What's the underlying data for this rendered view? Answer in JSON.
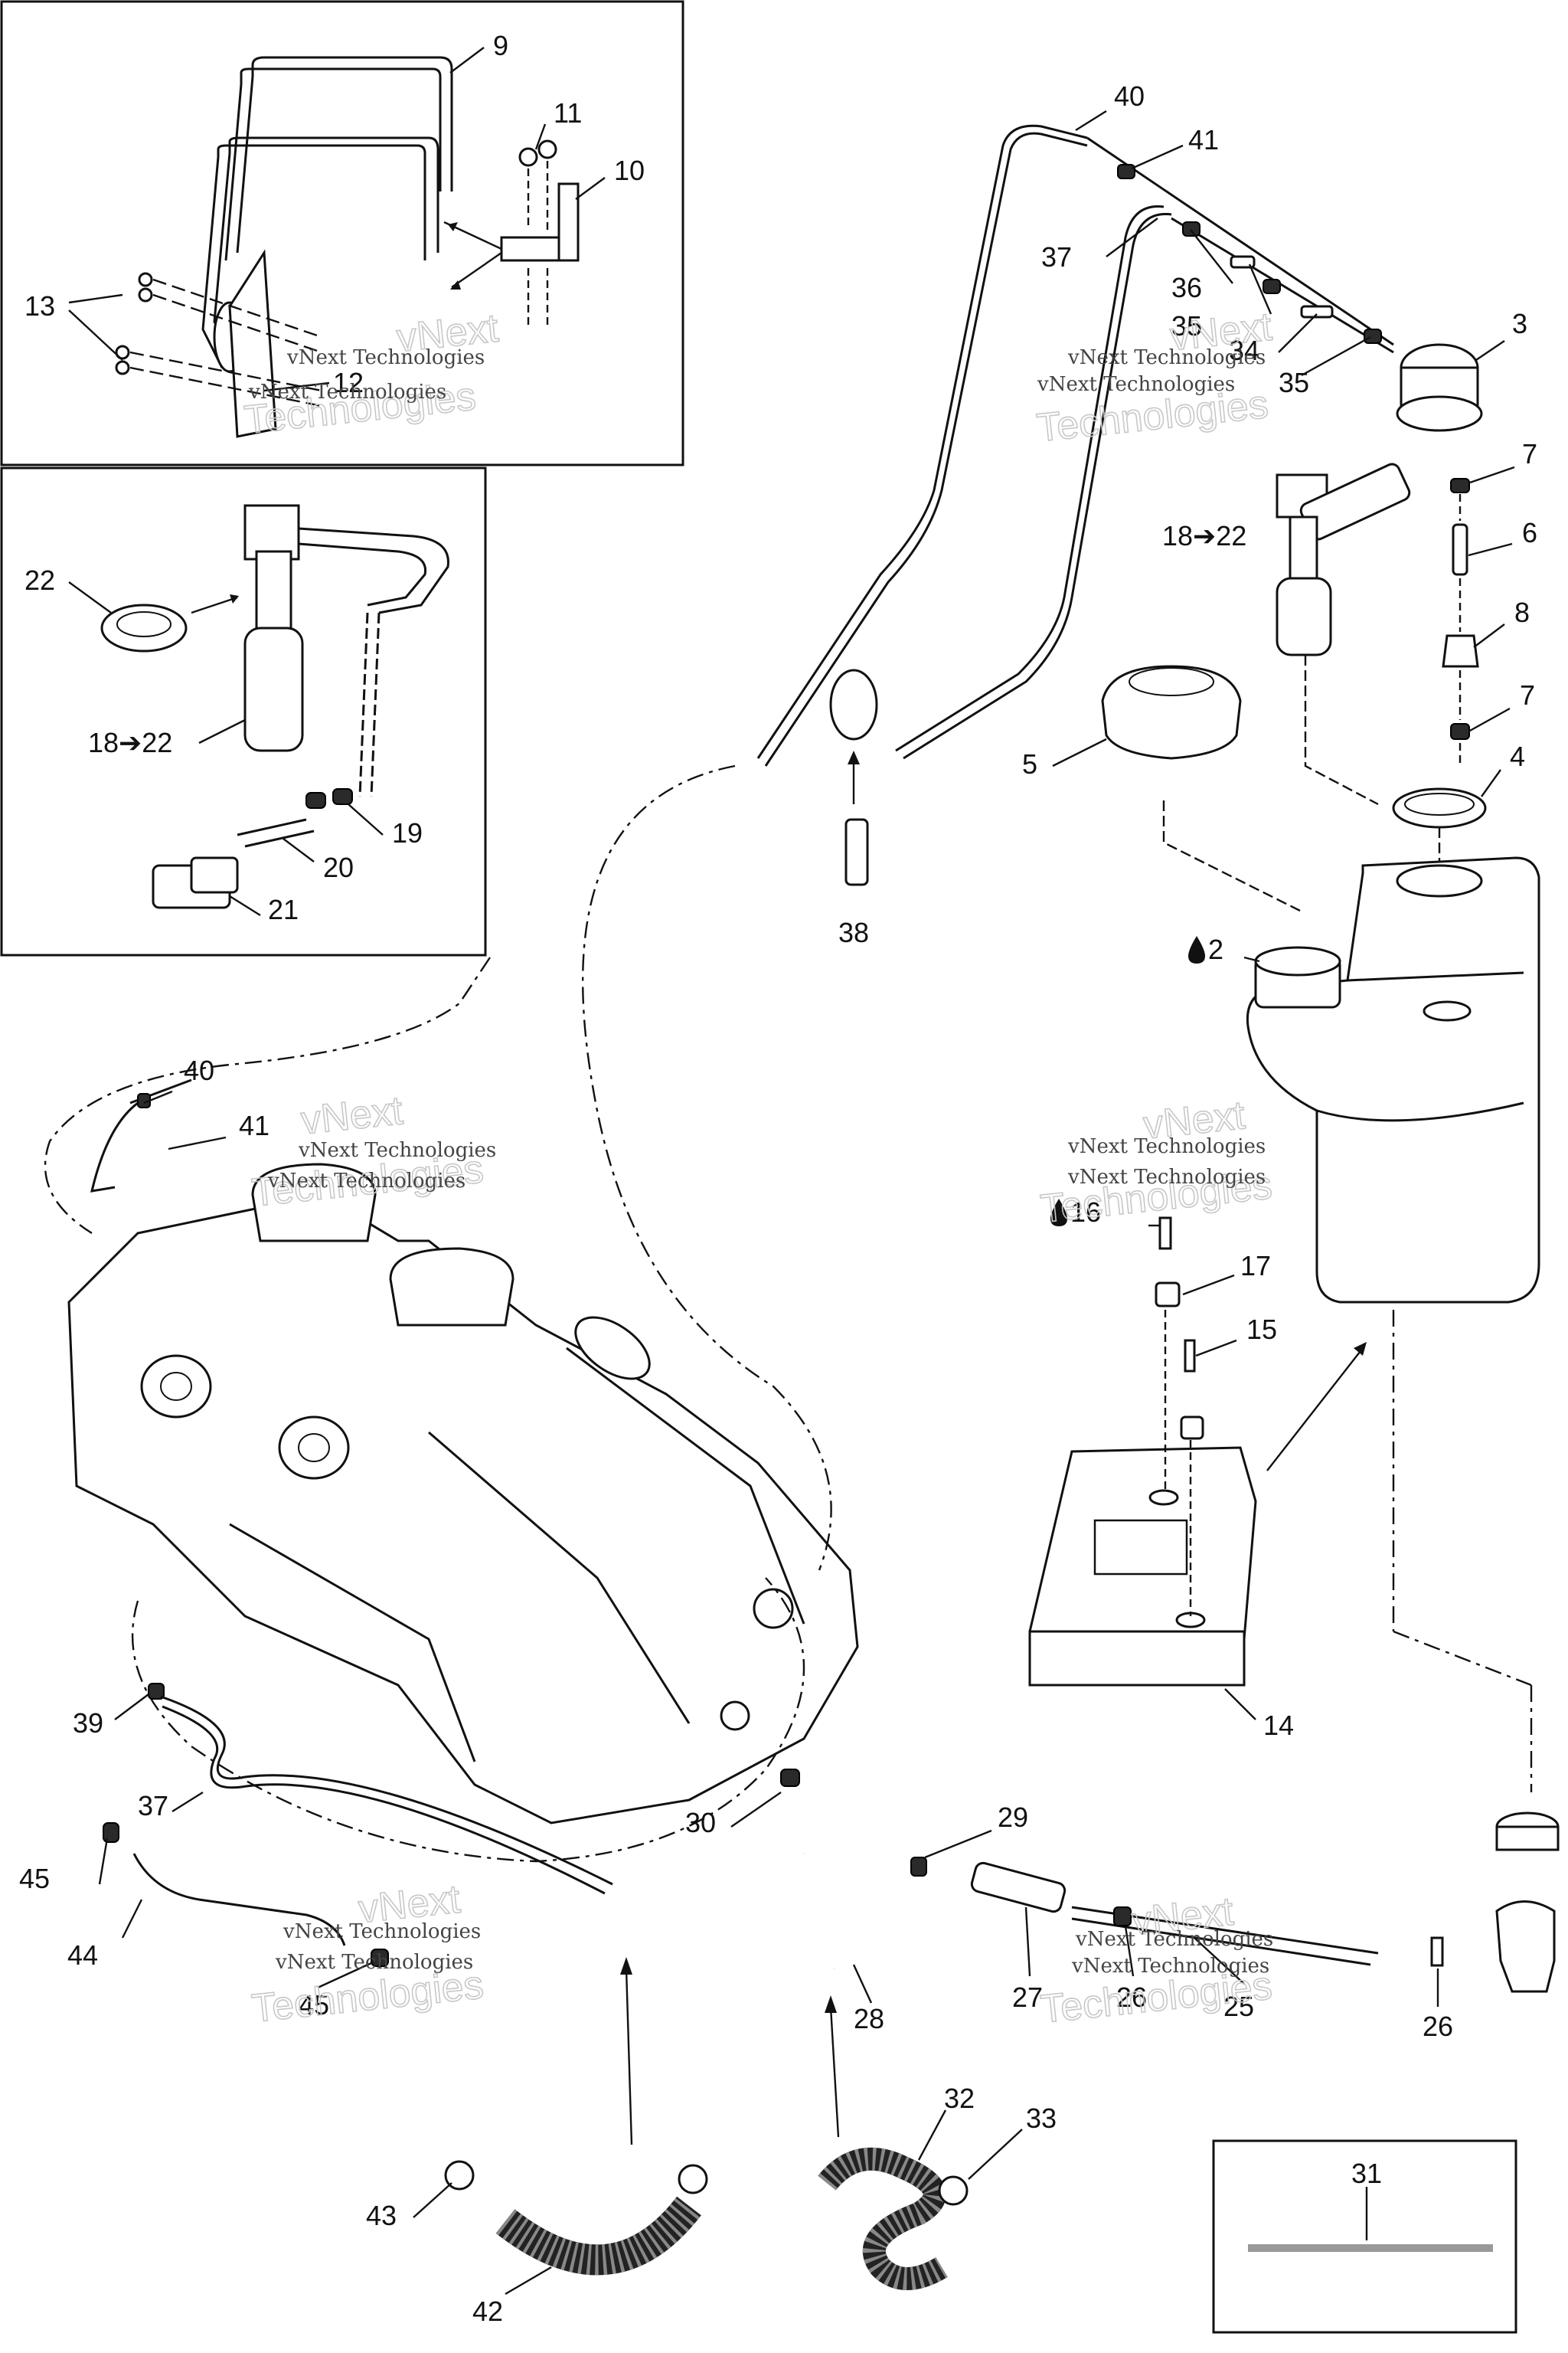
{
  "callouts": {
    "c9": "9",
    "c11": "11",
    "c10": "10",
    "c13": "13",
    "c12": "12",
    "c22a": "22",
    "c18a": "18➔22",
    "c19": "19",
    "c20": "20",
    "c21": "21",
    "c40a": "40",
    "c41a": "41",
    "c37a": "37",
    "c36": "36",
    "c35a": "35",
    "c34": "34",
    "c35b": "35",
    "c3": "3",
    "c7a": "7",
    "c6": "6",
    "c18b": "18➔22",
    "c8": "8",
    "c7b": "7",
    "c5": "5",
    "c4": "4",
    "c38": "38",
    "c2": "2",
    "c16": "16",
    "c17": "17",
    "c15": "15",
    "c40b": "40",
    "c41b": "41",
    "c14": "14",
    "c39": "39",
    "c37b": "37",
    "c30": "30",
    "c29": "29",
    "c45a": "45",
    "c44": "44",
    "c45b": "45",
    "c27": "27",
    "c26a": "26",
    "c25": "25",
    "c26b": "26",
    "c28": "28",
    "c32": "32",
    "c33": "33",
    "c43": "43",
    "c42": "42",
    "c31": "31"
  },
  "watermarks": {
    "line1": "vNext Technologies",
    "line2": "vNext",
    "line3": "Technologies"
  },
  "icons": {
    "drop": "oil-drop-icon"
  },
  "colors": {
    "ink": "#111111",
    "watermark": "#c8c8c8",
    "background": "#ffffff"
  }
}
